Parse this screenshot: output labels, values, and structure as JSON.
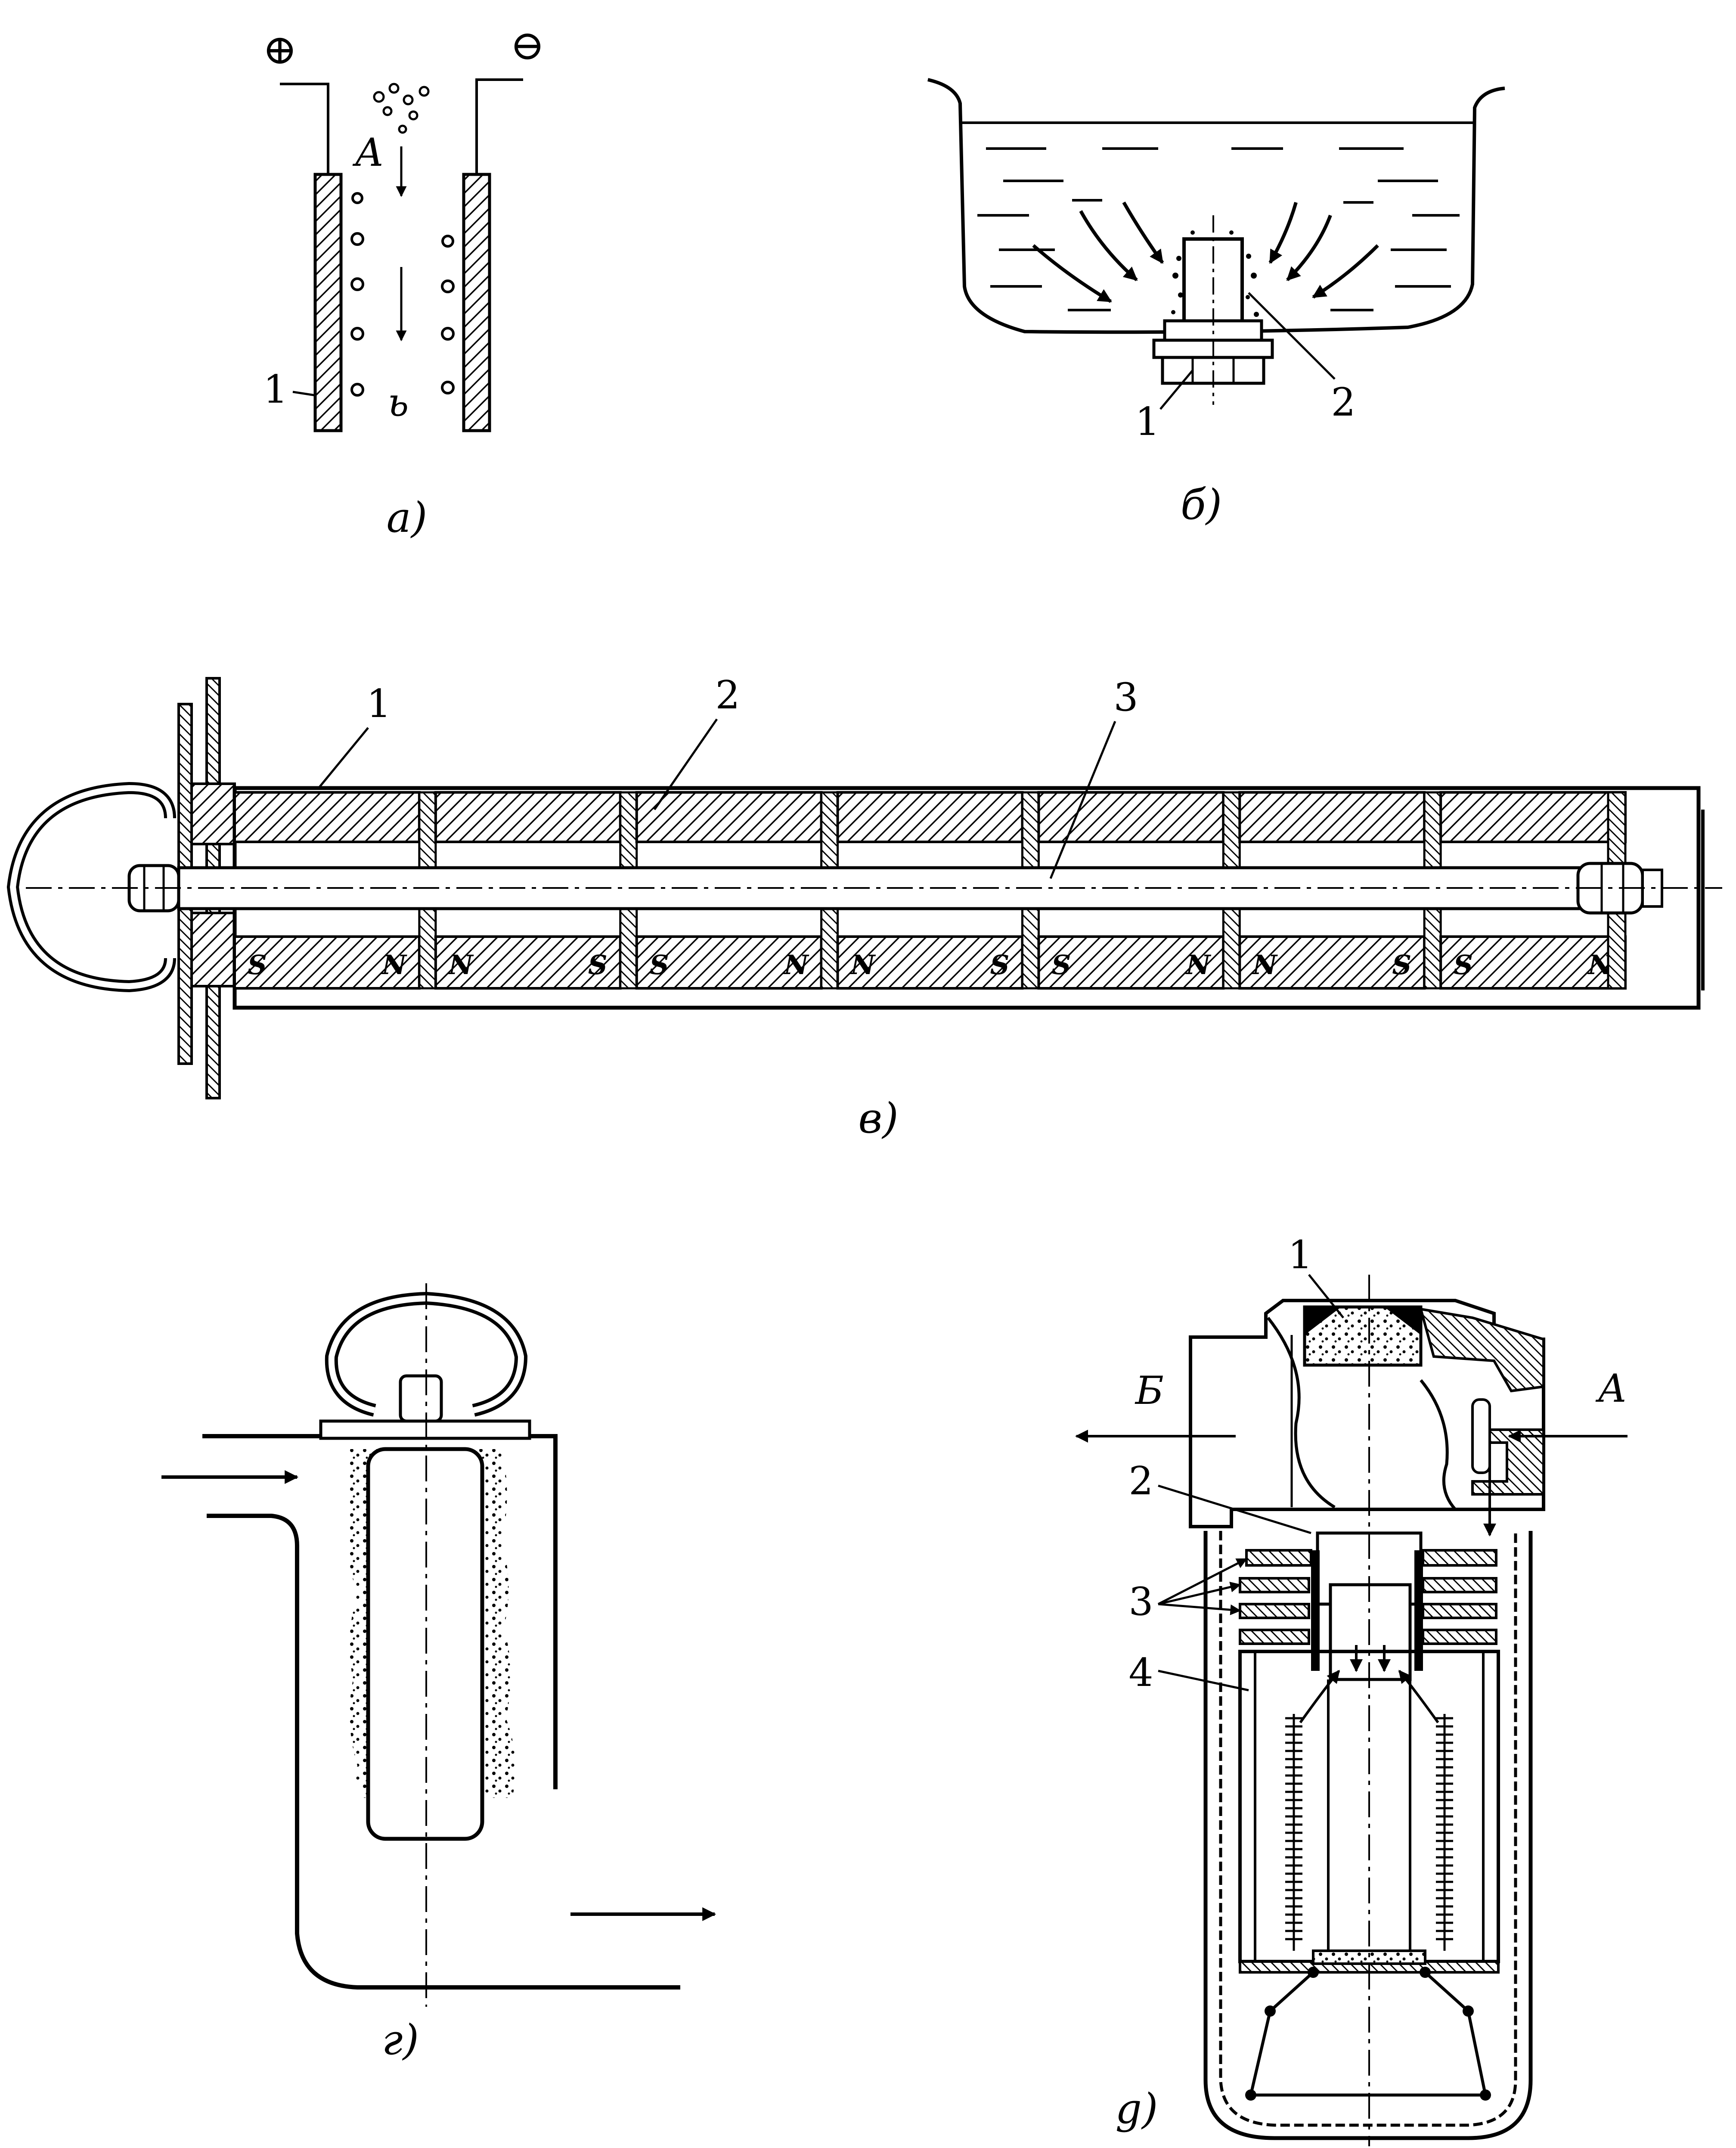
{
  "figure_a": {
    "caption": "а)",
    "plus": "⊕",
    "minus": "⊖",
    "flow_label": "A",
    "part_1": "1",
    "particle_label": "ь"
  },
  "figure_b": {
    "caption": "б)",
    "part_1": "1",
    "part_2": "2"
  },
  "figure_v": {
    "caption": "в)",
    "part_1": "1",
    "part_2": "2",
    "part_3": "3",
    "poles": [
      "S",
      "N",
      "N",
      "S",
      "S",
      "N",
      "N",
      "S",
      "S",
      "N",
      "N",
      "S",
      "S",
      "N"
    ]
  },
  "figure_g": {
    "caption": "г)"
  },
  "figure_d": {
    "caption": "g)",
    "part_1": "1",
    "part_2": "2",
    "part_3": "3",
    "part_4": "4",
    "outlet_label": "Б",
    "inlet_label": "А"
  }
}
